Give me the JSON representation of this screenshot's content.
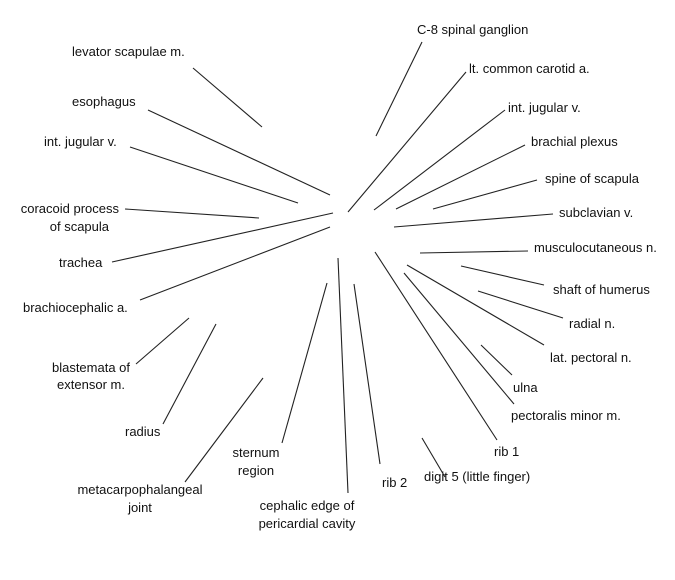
{
  "labels": {
    "levator_scapulae": "levator scapulae m.",
    "esophagus": "esophagus",
    "int_jugular_left": "int. jugular v.",
    "coracoid_1": "coracoid process",
    "coracoid_2": "of scapula",
    "trachea": "trachea",
    "brachiocephalic": "brachiocephalic a.",
    "blastemata_1": "blastemata of",
    "blastemata_2": "extensor m.",
    "radius": "radius",
    "metacarpo_1": "metacarpophalangeal",
    "metacarpo_2": "joint",
    "sternum_1": "sternum",
    "sternum_2": "region",
    "cephalic_1": "cephalic edge of",
    "cephalic_2": "pericardial cavity",
    "rib2": "rib 2",
    "digit5": "digit 5 (little finger)",
    "rib1": "rib 1",
    "pectoralis_minor": "pectoralis minor m.",
    "ulna": "ulna",
    "lat_pectoral": "lat. pectoral n.",
    "radial": "radial n.",
    "shaft_humerus": "shaft of humerus",
    "musculocutaneous": "musculocutaneous n.",
    "subclavian": "subclavian v.",
    "spine_scapula": "spine of scapula",
    "brachial_plexus": "brachial plexus",
    "int_jugular_right": "int. jugular v.",
    "common_carotid": "lt. common carotid a.",
    "c8_ganglion": "C-8 spinal ganglion"
  }
}
